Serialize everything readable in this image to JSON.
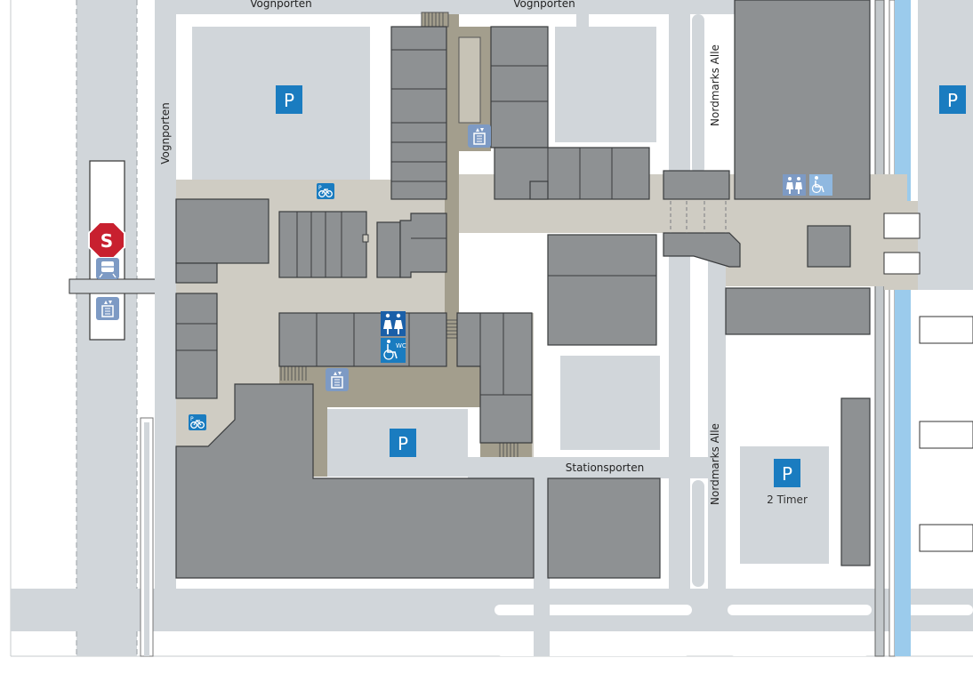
{
  "streets": {
    "vognporten_top_left": "Vognporten",
    "vognporten_top_right": "Vognporten",
    "vognporten_vertical": "Vognporten",
    "nordmarks_alle_top": "Nordmarks Alle",
    "nordmarks_alle_bottom": "Nordmarks Alle",
    "stationsporten": "Stationsporten"
  },
  "parking": {
    "symbol": "P",
    "two_hours_label": "2 Timer"
  },
  "station": {
    "symbol": "S",
    "color": "#c8202f"
  },
  "wc": {
    "symbol": "WC"
  },
  "colors": {
    "building": "#8e9193",
    "road": "#d1d6da",
    "plaza": "#cfccc3",
    "corridor": "#a39e8d",
    "parking_blue": "#1a7cc0",
    "water": "#9bcbec",
    "icon_blue": "#5b82b5"
  }
}
